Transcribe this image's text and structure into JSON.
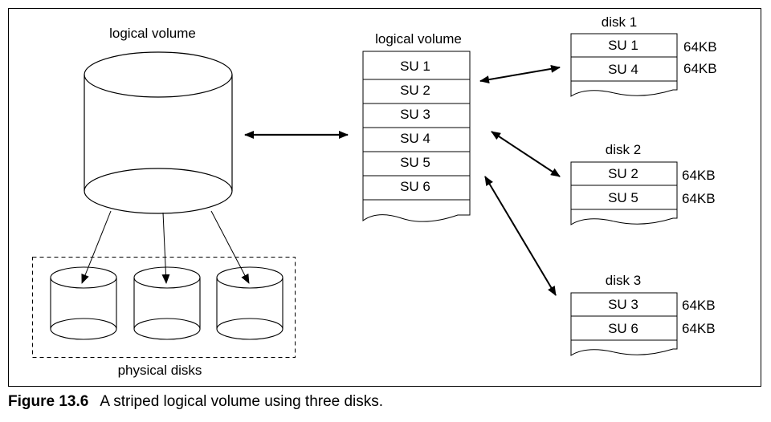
{
  "diagram": {
    "left_volume_label": "logical volume",
    "middle_volume_label": "logical volume",
    "physical_disks_label": "physical disks",
    "middle_stripes": [
      "SU 1",
      "SU 2",
      "SU 3",
      "SU 4",
      "SU 5",
      "SU 6"
    ],
    "disks": [
      {
        "name": "disk 1",
        "units": [
          "SU 1",
          "SU 4"
        ],
        "sizes": [
          "64KB",
          "64KB"
        ]
      },
      {
        "name": "disk 2",
        "units": [
          "SU 2",
          "SU 5"
        ],
        "sizes": [
          "64KB",
          "64KB"
        ]
      },
      {
        "name": "disk 3",
        "units": [
          "SU 3",
          "SU 6"
        ],
        "sizes": [
          "64KB",
          "64KB"
        ]
      }
    ]
  },
  "caption": {
    "figure_number": "Figure 13.6",
    "text": "A striped logical volume using three disks."
  }
}
